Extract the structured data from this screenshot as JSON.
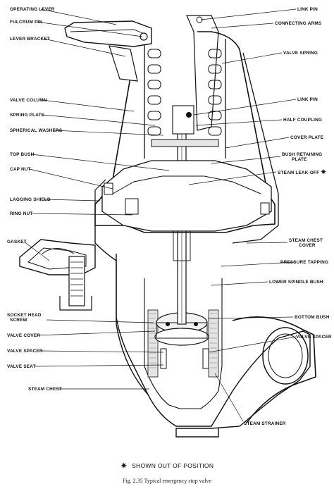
{
  "labels": {
    "operating_lever": "OPERATING LEVER",
    "fulcrum_pin": "FULCRUM PIN",
    "lever_bracket": "LEVER BRACKET",
    "valve_column": "VALVE COLUMN",
    "spring_plate": "SPRING PLATE",
    "spherical_washers": "SPHERICAL WASHERS",
    "top_bush": "TOP BUSH",
    "cap_nut": "CAP NUT",
    "lagging_shield": "LAGGING SHIELD",
    "ring_nut": "RING NUT",
    "gasket": "GASKET",
    "socket_head_screw_1": "SOCKET HEAD",
    "socket_head_screw_2": "SCREW",
    "valve_cover": "VALVE COVER",
    "valve_spacer": "VALVE SPACER",
    "valve_seat": "VALVE SEAT",
    "steam_chest": "STEAM CHEST",
    "link_pin_top": "LINK PIN",
    "connecting_arms": "CONNECTING ARMS",
    "valve_spring": "VALVE SPRING",
    "link_pin_mid": "LINK PIN",
    "half_coupling": "HALF COUPLING",
    "cover_plate": "COVER PLATE",
    "bush_retaining_plate_1": "BUSH RETAINING",
    "bush_retaining_plate_2": "PLATE",
    "steam_leak_off": "STEAM LEAK-OFF",
    "steam_chest_cover_1": "STEAM CHEST",
    "steam_chest_cover_2": "COVER",
    "pressure_tapping": "PRESSURE TAPPING",
    "lower_spindle_bush": "LOWER SPINDLE BUSH",
    "bottom_bush": "BOTTOM BUSH",
    "valve_spacer_right": "VALVE SPACER",
    "steam_strainer": "STEAM STRAINER"
  },
  "footnote": {
    "star": "✷",
    "text": "SHOWN OUT OF POSITION"
  },
  "caption": "Fig. 2.35  Typical emergency stop valve",
  "colors": {
    "ink": "#111111",
    "paper": "#ffffff",
    "shade": "#cfcfcf"
  }
}
